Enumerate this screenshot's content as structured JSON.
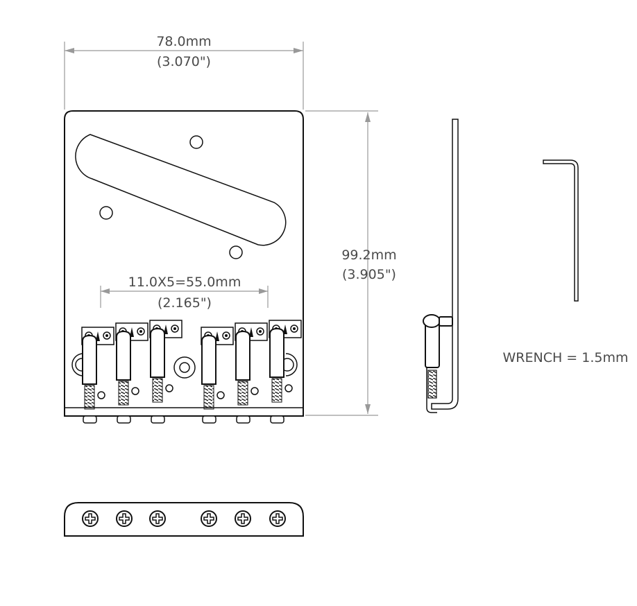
{
  "dimensions": {
    "width_mm": "78.0mm",
    "width_in": "(3.070\")",
    "height_mm": "99.2mm",
    "height_in": "(3.905\")",
    "spacing_mm": "11.0X5=55.0mm",
    "spacing_in": "(2.165\")"
  },
  "wrench_label": "WRENCH = 1.5mm"
}
